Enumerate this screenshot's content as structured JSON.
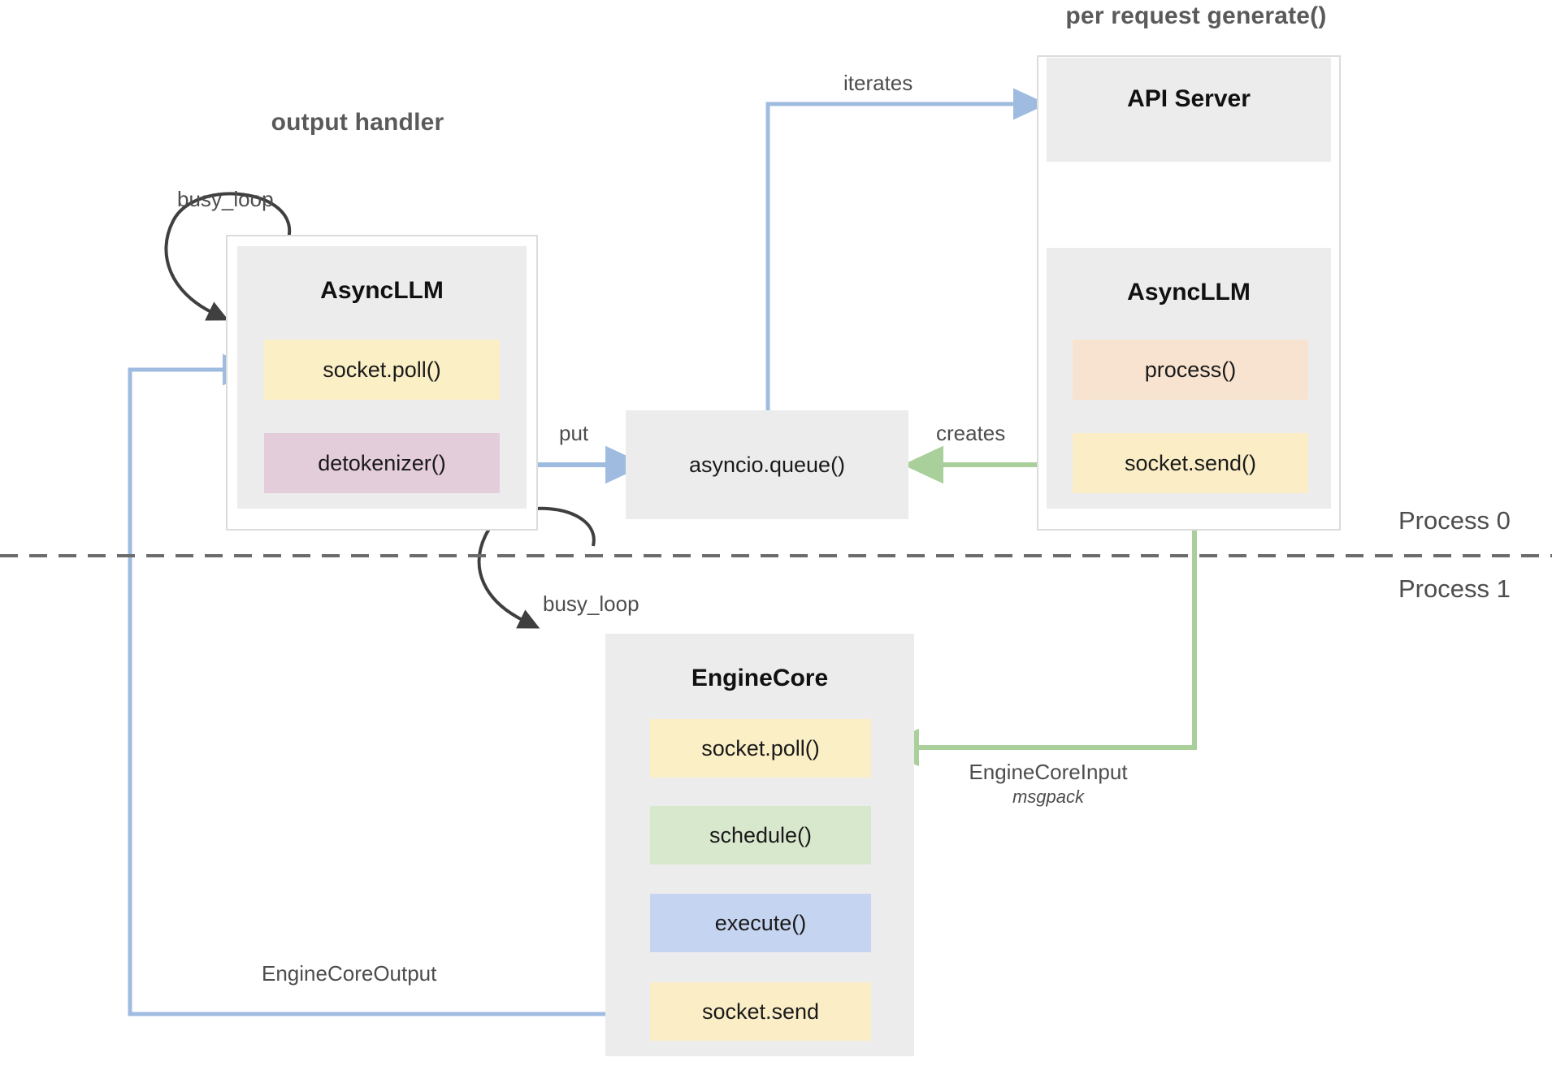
{
  "diagram": {
    "title_left": "output handler",
    "title_right": "per request generate()",
    "process_top": "Process 0",
    "process_bottom": "Process 1"
  },
  "groups": {
    "output_handler": {
      "label": "output handler",
      "module": {
        "title": "AsyncLLM",
        "rows": [
          {
            "label": "socket.poll()",
            "color": "#fbefc6"
          },
          {
            "label": "detokenizer()",
            "color": "#e4cdda"
          }
        ]
      },
      "self_loop_label": "busy_loop"
    },
    "per_request": {
      "label": "per request generate()",
      "modules": [
        {
          "title": "API Server",
          "rows": []
        },
        {
          "title": "AsyncLLM",
          "rows": [
            {
              "label": "process()",
              "color": "#f8e3d0"
            },
            {
              "label": "socket.send()",
              "color": "#fbeec6"
            }
          ]
        }
      ]
    },
    "engine_core": {
      "module": {
        "title": "EngineCore",
        "rows": [
          {
            "label": "socket.poll()",
            "color": "#fbefc6"
          },
          {
            "label": "schedule()",
            "color": "#d8e8cd"
          },
          {
            "label": "execute()",
            "color": "#c5d4f0"
          },
          {
            "label": "socket.send",
            "color": "#fbeec6"
          }
        ]
      },
      "self_loop_label": "busy_loop"
    }
  },
  "nodes": {
    "queue": {
      "label": "asyncio.queue()"
    }
  },
  "edges": {
    "iterates": "iterates",
    "put": "put",
    "creates": "creates",
    "engine_core_input": "EngineCoreInput",
    "engine_core_input_sub": "msgpack",
    "engine_core_output": "EngineCoreOutput"
  },
  "colors": {
    "blue_arrow": "#9fbce0",
    "green_arrow": "#a9cf9b",
    "black_arrow": "#3f3f3f",
    "module_grey": "#ececec",
    "frame_border": "#dcdcdc",
    "divider": "#6b6b6b",
    "text_muted": "#4d4d4d"
  }
}
